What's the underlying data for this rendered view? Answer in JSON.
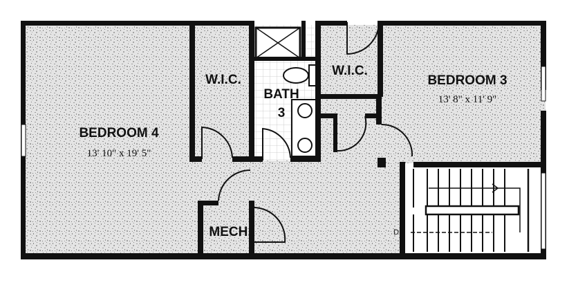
{
  "rooms": {
    "bedroom4": {
      "name": "BEDROOM 4",
      "size": "13' 10\" x 19' 5\""
    },
    "bedroom3": {
      "name": "BEDROOM 3",
      "size": "13' 8\" x 11' 9\""
    },
    "wic_left": {
      "name": "W.I.C."
    },
    "wic_right": {
      "name": "W.I.C."
    },
    "bath": {
      "name": "BATH",
      "number": "3"
    },
    "mech": {
      "name": "MECH."
    }
  },
  "stairs": {
    "label": "DN"
  },
  "colors": {
    "wall": "#111111",
    "floor_base": "#e6e6e6",
    "speckle": "#9a9a9a",
    "tile_line": "#bbbbbb"
  }
}
